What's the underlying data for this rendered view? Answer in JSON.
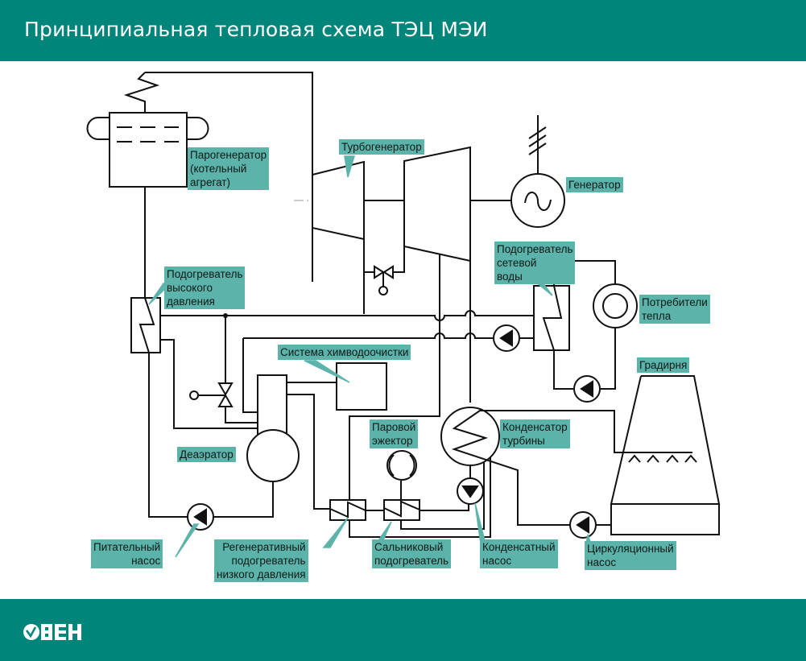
{
  "header": {
    "title": "Принципиальная тепловая схема ТЭЦ МЭИ"
  },
  "footer": {
    "logo_text": "ОВЕН"
  },
  "colors": {
    "brand": "#00857a",
    "label_bg": "#5cb3aa",
    "line": "#111111"
  },
  "labels": {
    "steam_generator": "Парогенератор\n(котельный\nагрегат)",
    "turbogenerator": "Турбогенератор",
    "generator": "Генератор",
    "network_heater": "Подогреватель\nсетевой\nводы",
    "heat_consumers": "Потребители\nтепла",
    "hp_heater": "Подогреватель\nвысокого\nдавления",
    "water_treatment": "Система химводоочистки",
    "cooling_tower": "Градирня",
    "steam_ejector": "Паровой\nэжектор",
    "condenser": "Конденсатор\nтурбины",
    "deaerator": "Деаэратор",
    "feed_pump": "Питательный\nнасос",
    "lp_heater": "Регенеративный\nподогреватель\nнизкого давления",
    "gland_heater": "Сальниковый\nподогреватель",
    "condensate_pump": "Конденсатный\nнасос",
    "circulation_pump": "Циркуляционный\nнасос"
  }
}
